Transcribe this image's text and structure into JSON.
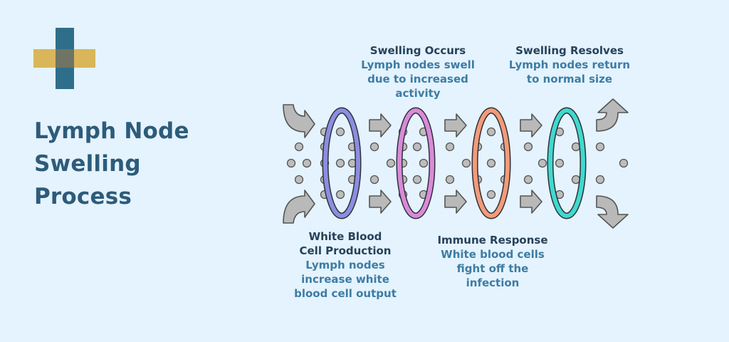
{
  "title": {
    "line1": "Lymph Node",
    "line2": "Swelling",
    "line3": "Process"
  },
  "stages": {
    "production": {
      "heading_line1": "White Blood",
      "heading_line2": "Cell Production",
      "desc_line1": "Lymph nodes",
      "desc_line2": "increase white",
      "desc_line3": "blood cell output"
    },
    "swelling": {
      "heading_line1": "Swelling Occurs",
      "desc_line1": "Lymph nodes swell",
      "desc_line2": "due to increased",
      "desc_line3": "activity"
    },
    "immune": {
      "heading_line1": "Immune Response",
      "desc_line1": "White blood cells",
      "desc_line2": "fight off the",
      "desc_line3": "infection"
    },
    "resolves": {
      "heading_line1": "Swelling Resolves",
      "desc_line1": "Lymph nodes return",
      "desc_line2": "to normal size"
    }
  },
  "colors": {
    "background": "#e4f3fd",
    "title": "#2e5b7a",
    "heading": "#27415a",
    "description": "#3d7ca4",
    "logo_gold": "#d9b65a",
    "logo_teal": "#2f6e8a",
    "ring_production": "#8b8ee0",
    "ring_swelling": "#d98ad8",
    "ring_immune": "#f29b78",
    "ring_resolves": "#3fd9cf",
    "arrow_fill": "#b9b9b9",
    "cell_fill": "#bdbdbd"
  },
  "icons": {
    "logo": "medical-cross-logo-icon",
    "arrow": "flow-arrow-icon"
  }
}
